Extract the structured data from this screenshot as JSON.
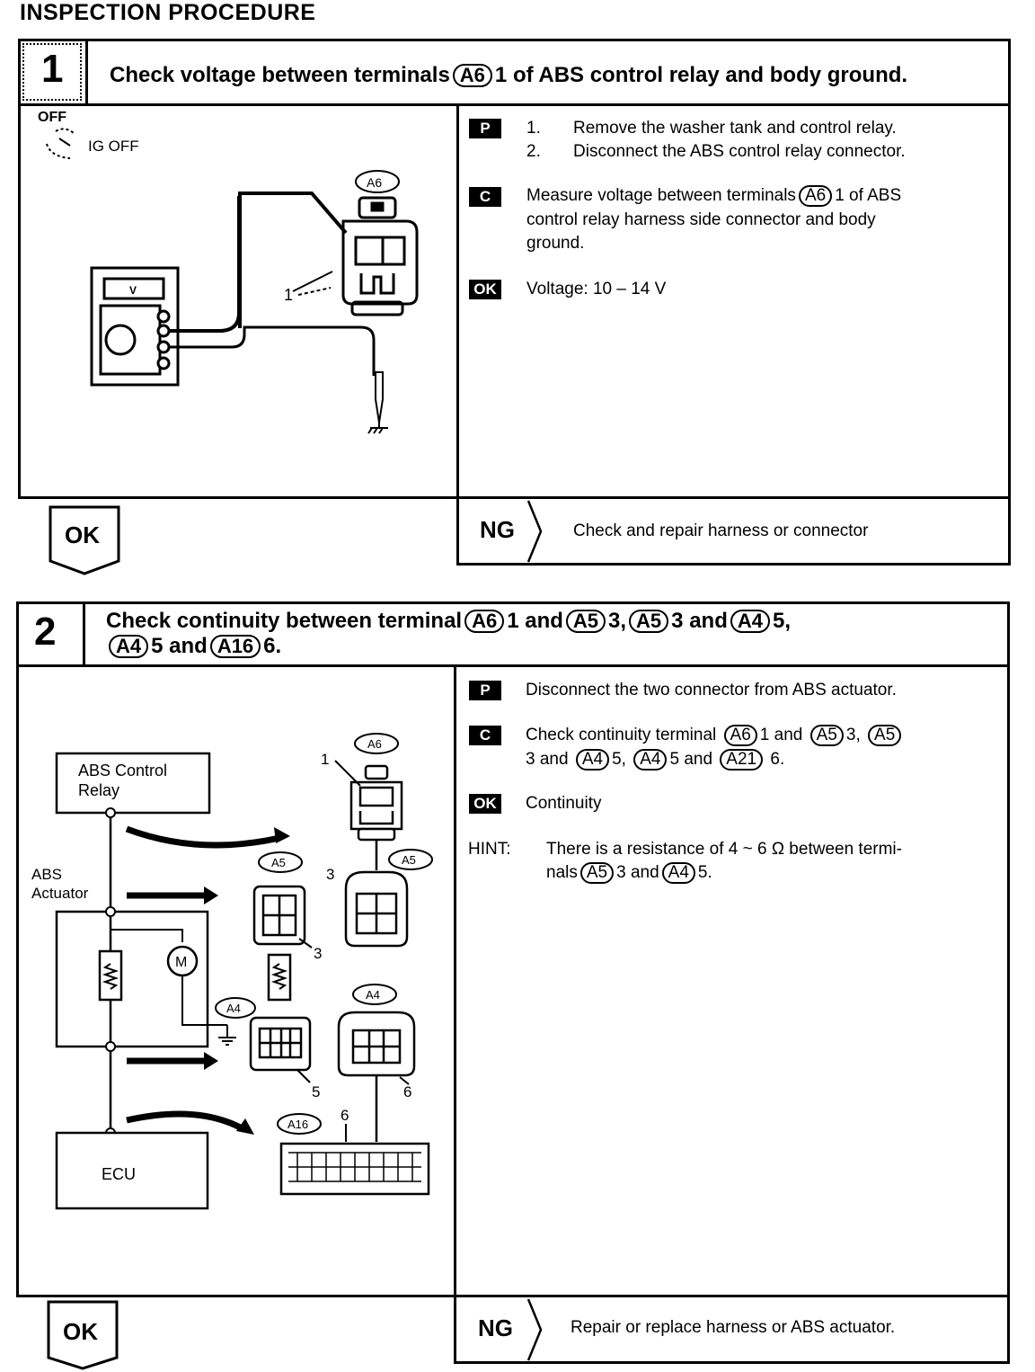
{
  "page_title": "INSPECTION PROCEDURE",
  "step1": {
    "number": "1",
    "heading_pre": "Check voltage between terminals",
    "heading_tag": "A6",
    "heading_post": "1 of ABS control relay and body ground.",
    "diagram": {
      "off_label": "OFF",
      "ig_label": "IG OFF",
      "connector_label": "A6",
      "terminal_label": "1",
      "meter_label": "V"
    },
    "p_badge": "P",
    "p_items": [
      {
        "num": "1.",
        "text": "Remove the washer tank and control relay."
      },
      {
        "num": "2.",
        "text": "Disconnect the ABS control relay connector."
      }
    ],
    "c_badge": "C",
    "c_pre": "Measure voltage between terminals",
    "c_tag": "A6",
    "c_post": "1 of ABS",
    "c_line2": "control relay harness side connector and body",
    "c_line3": "ground.",
    "ok_badge": "OK",
    "ok_text": "Voltage: 10 – 14 V",
    "result_ok": "OK",
    "result_ng": "NG",
    "result_ng_text": "Check and repair harness or connector"
  },
  "step2": {
    "number": "2",
    "heading_line1_pre": "Check continuity between terminal",
    "heading_line1_t1": "A6",
    "heading_line1_a": "1 and",
    "heading_line1_t2": "A5",
    "heading_line1_b": "3,",
    "heading_line1_t3": "A5",
    "heading_line1_c": "3 and",
    "heading_line1_t4": "A4",
    "heading_line1_d": "5,",
    "heading_line2_t1": "A4",
    "heading_line2_a": "5 and",
    "heading_line2_t2": "A16",
    "heading_line2_b": "6.",
    "diagram": {
      "relay_box": "ABS Control Relay",
      "actuator_label": "ABS Actuator",
      "ecu_box": "ECU",
      "motor_label": "M",
      "a6": "A6",
      "a5_left": "A5",
      "a5_right": "A5",
      "a4_left": "A4",
      "a4_right": "A4",
      "a16": "A16",
      "pin1": "1",
      "pin3a": "3",
      "pin3b": "3",
      "pin5": "5",
      "pin6a": "6",
      "pin6b": "6"
    },
    "p_badge": "P",
    "p_text": "Disconnect the two connector from ABS actuator.",
    "c_badge": "C",
    "c_l1_pre": "Check continuity terminal",
    "c_l1_t1": "A6",
    "c_l1_a": "1 and",
    "c_l1_t2": "A5",
    "c_l1_b": "3,",
    "c_l1_t3": "A5",
    "c_l2_a": "3 and",
    "c_l2_t1": "A4",
    "c_l2_b": "5,",
    "c_l2_t2": "A4",
    "c_l2_c": "5 and",
    "c_l2_t3": "A21",
    "c_l2_d": "6.",
    "ok_badge": "OK",
    "ok_text": "Continuity",
    "hint_label": "HINT:",
    "hint_l1": "There is a resistance of 4 ~ 6 Ω between termi-",
    "hint_l2_pre": "nals",
    "hint_l2_t1": "A5",
    "hint_l2_a": "3 and",
    "hint_l2_t2": "A4",
    "hint_l2_b": "5.",
    "result_ok": "OK",
    "result_ng": "NG",
    "result_ng_text": "Repair or replace harness or ABS actuator."
  }
}
